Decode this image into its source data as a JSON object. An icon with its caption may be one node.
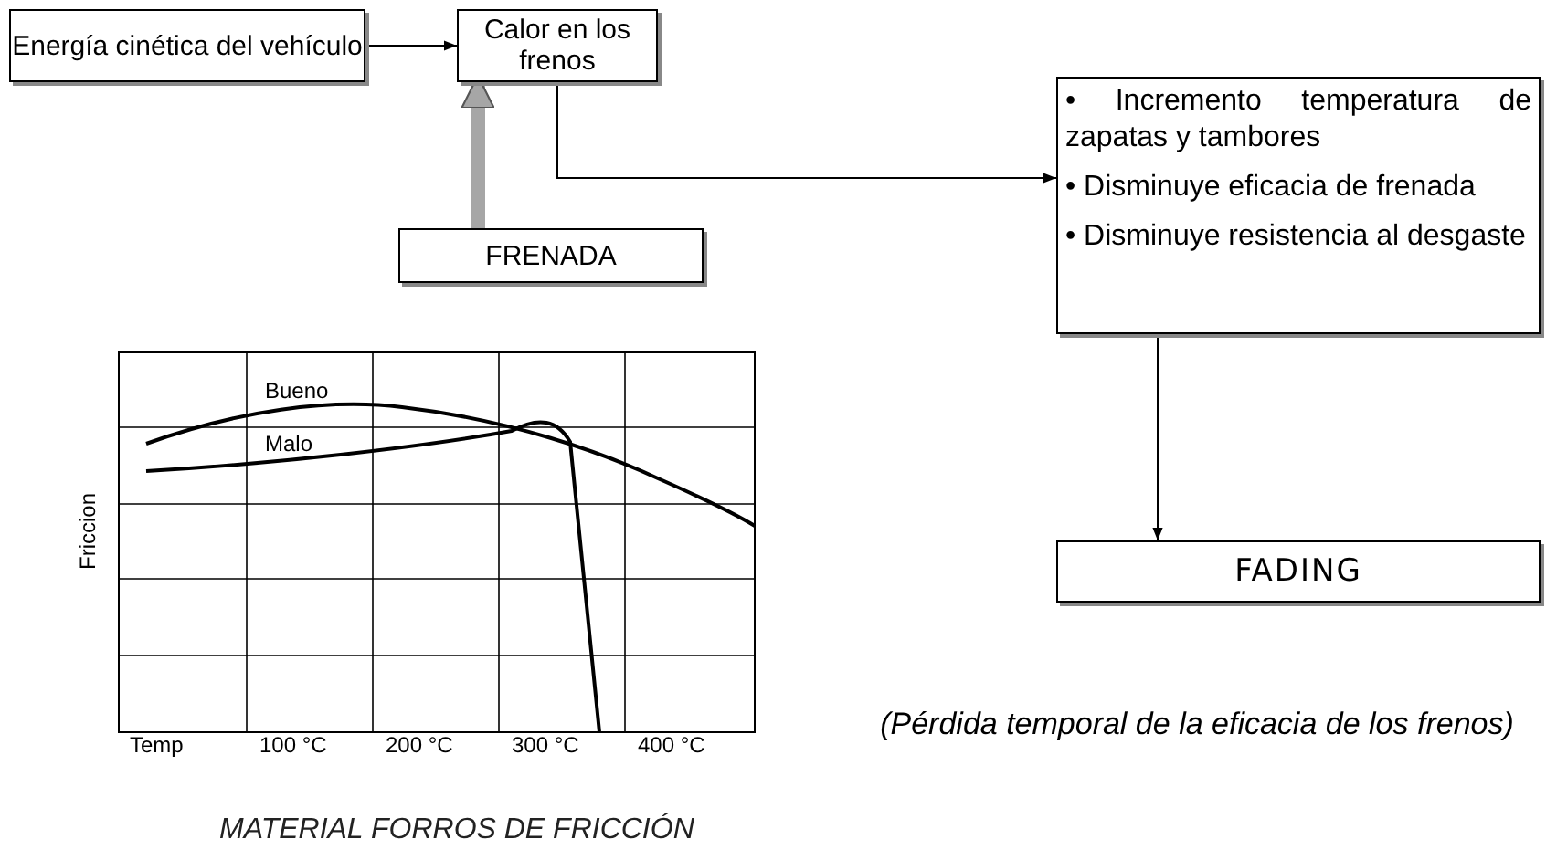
{
  "diagram": {
    "nodes": [
      {
        "text": [
          "Energía cinética del vehículo"
        ]
      },
      {
        "text": [
          "Calor en los frenos"
        ]
      },
      {
        "text": [
          "FRENADA"
        ]
      },
      {
        "text": [
          "• Incremento temperatura de zapatas y tambores",
          "• Disminuye eficacia de frenada",
          "• Disminuye resistencia al desgaste"
        ]
      },
      {
        "text": [
          "FADING"
        ]
      }
    ],
    "edges": [
      {
        "from": 0,
        "to": 1,
        "arrow": "to"
      },
      {
        "from": 2,
        "to": 1,
        "arrow": "to",
        "style": "thick",
        "color": "#a6a6a6"
      },
      {
        "from": 1,
        "to": 3,
        "arrow": "to"
      },
      {
        "from": 3,
        "to": 4,
        "arrow": "to"
      }
    ],
    "labels": [
      "Bueno",
      "Malo",
      "Friccion",
      "Temp",
      "100 °C",
      "200 °C",
      "300 °C",
      "400 °C",
      "MATERIAL FORROS DE FRICCIÓN",
      "(Pérdida temporal de la eficacia de los frenos)"
    ]
  }
}
